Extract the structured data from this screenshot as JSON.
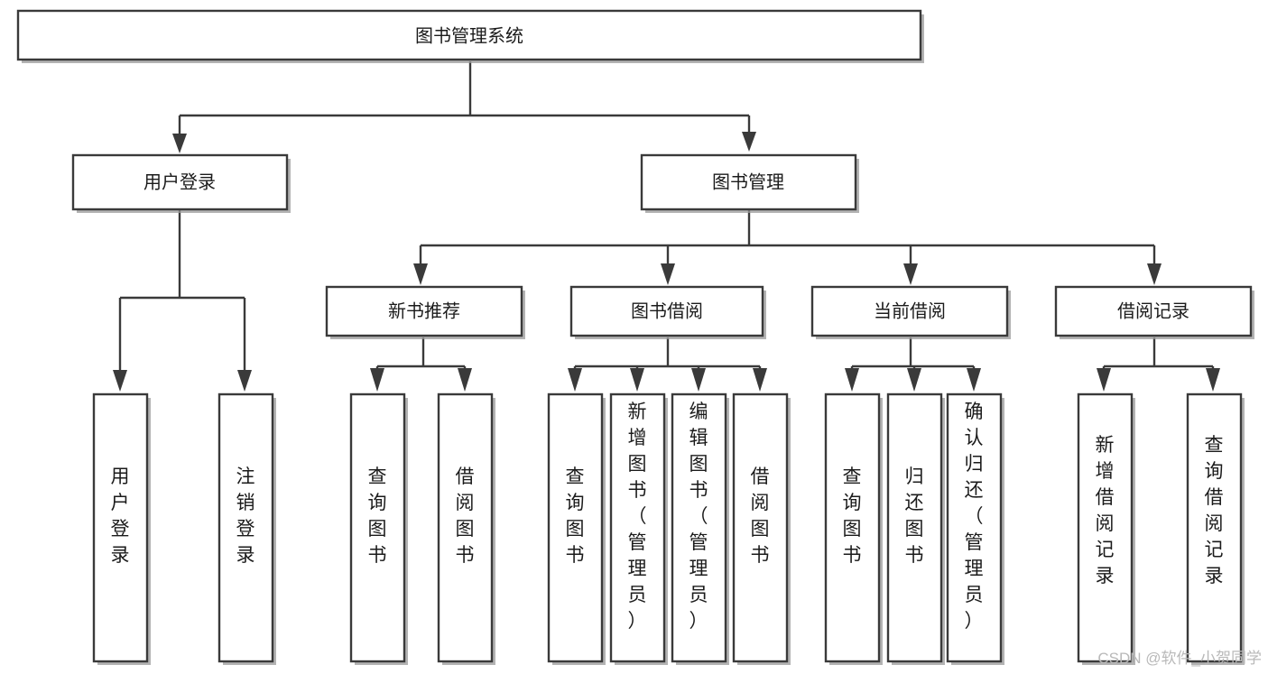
{
  "diagram": {
    "title": "图书管理系统",
    "watermark": "CSDN @软件_小贺同学",
    "colors": {
      "stroke": "#3a3a3a",
      "text": "#1b1b1b",
      "background": "#ffffff",
      "watermark": "#b9b9b9"
    },
    "root": {
      "label": "图书管理系统"
    },
    "level2": [
      {
        "label": "用户登录"
      },
      {
        "label": "图书管理"
      }
    ],
    "level3": [
      {
        "label": "新书推荐"
      },
      {
        "label": "图书借阅"
      },
      {
        "label": "当前借阅"
      },
      {
        "label": "借阅记录"
      }
    ],
    "leaves": {
      "user_login": [
        {
          "label": "用户登录"
        },
        {
          "label": "注销登录"
        }
      ],
      "new_book_recommend": [
        {
          "label": "查询图书"
        },
        {
          "label": "借阅图书"
        }
      ],
      "book_borrow": [
        {
          "label": "查询图书"
        },
        {
          "label": "新增图书（管理员）"
        },
        {
          "label": "编辑图书（管理员）"
        },
        {
          "label": "借阅图书"
        }
      ],
      "current_borrow": [
        {
          "label": "查询图书"
        },
        {
          "label": "归还图书"
        },
        {
          "label": "确认归还（管理员）"
        }
      ],
      "borrow_record": [
        {
          "label": "新增借阅记录"
        },
        {
          "label": "查询借阅记录"
        }
      ]
    }
  }
}
